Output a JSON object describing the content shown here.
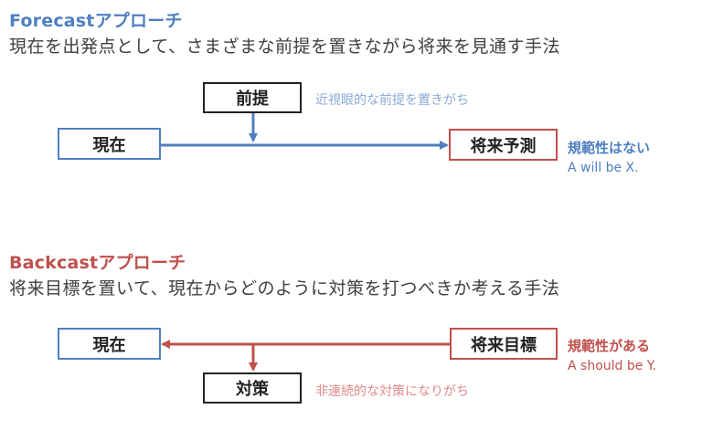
{
  "forecast": {
    "title": "Forecastアプローチ",
    "subtitle": "現在を出発点として、さまざまな前提を置きながら将来を見通す手法",
    "box_now": "現在",
    "box_premise": "前提",
    "box_future": "将来予測",
    "premise_note": "近視眼的な前提を置きがち",
    "side_bold": "規範性はない",
    "side_sub": "A will be X.",
    "color": "#4f7fc1"
  },
  "backcast": {
    "title": "Backcastアプローチ",
    "subtitle": "将来目標を置いて、現在からどのように対策を打つべきか考える手法",
    "box_now": "現在",
    "box_goal": "将来目標",
    "box_measure": "対策",
    "measure_note": "非連続的な対策になりがち",
    "side_bold": "規範性がある",
    "side_sub": "A should be Y.",
    "color": "#c0504d"
  }
}
